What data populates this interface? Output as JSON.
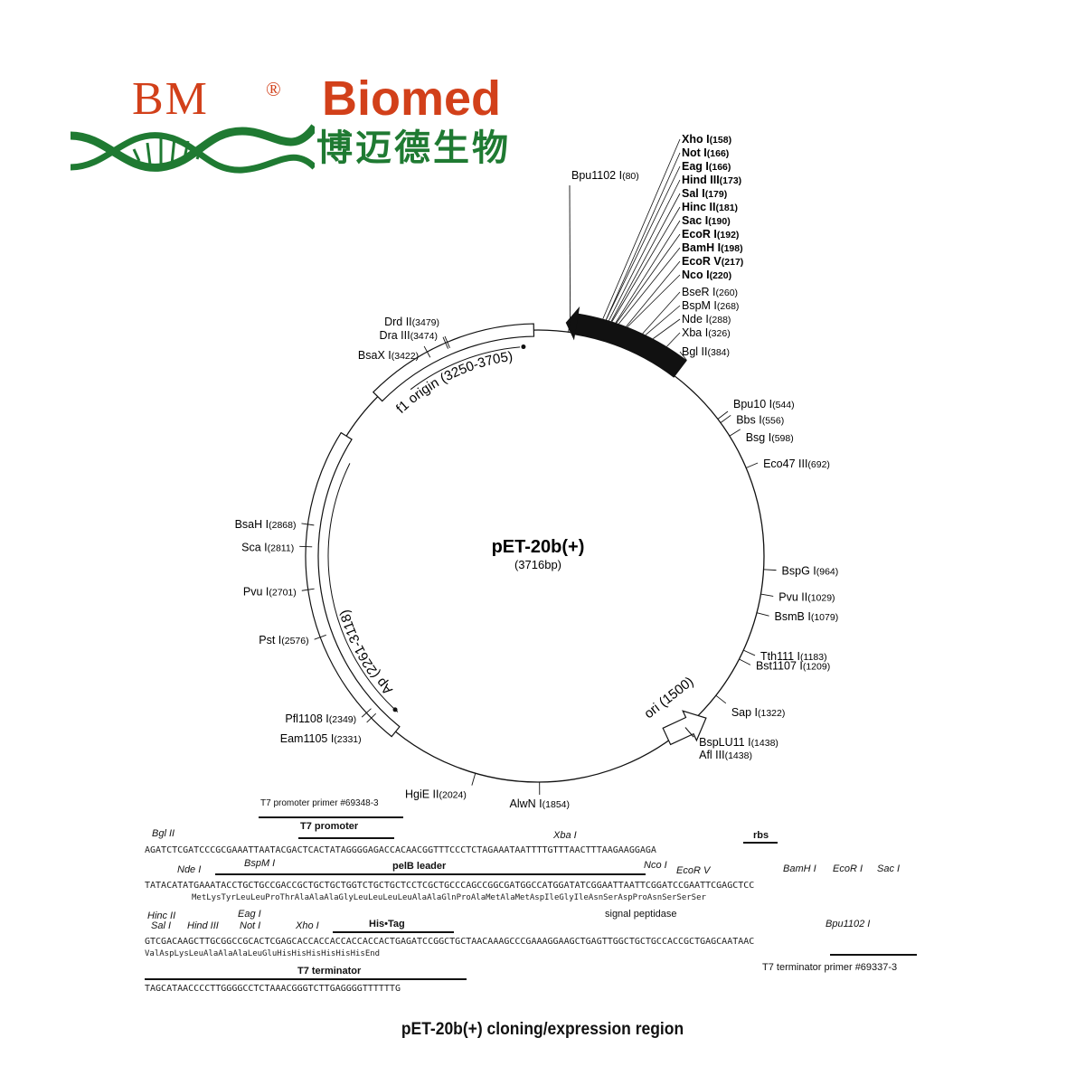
{
  "logo": {
    "bm": "BM",
    "registered": "®",
    "brand": "Biomed",
    "chinese": "博迈德生物",
    "colors": {
      "red": "#d2401a",
      "green": "#1f7a32"
    }
  },
  "plasmid": {
    "name": "pET-20b(+)",
    "size": "(3716bp)",
    "total_bp": 3716,
    "features": [
      {
        "label": "f1 origin (3250-3705)",
        "start": 3250,
        "end": 3705,
        "shape": "box"
      },
      {
        "label": "Ap (2261-3118)",
        "start": 2261,
        "end": 3118,
        "shape": "box"
      },
      {
        "label": "ori (1500)",
        "start": 1500,
        "shape": "arrow"
      },
      {
        "label": "",
        "start": 70,
        "end": 385,
        "shape": "thick-arrow"
      }
    ],
    "sites_right": [
      {
        "name": "Xho I",
        "pos": "(158)"
      },
      {
        "name": "Not I",
        "pos": "(166)"
      },
      {
        "name": "Eag I",
        "pos": "(166)"
      },
      {
        "name": "Hind III",
        "pos": "(173)"
      },
      {
        "name": "Sal I",
        "pos": "(179)"
      },
      {
        "name": "Hinc II",
        "pos": "(181)"
      },
      {
        "name": "Sac I",
        "pos": "(190)"
      },
      {
        "name": "EcoR I",
        "pos": "(192)"
      },
      {
        "name": "BamH I",
        "pos": "(198)"
      },
      {
        "name": "EcoR V",
        "pos": "(217)"
      },
      {
        "name": "Nco I",
        "pos": "(220)"
      },
      {
        "name": "BseR I",
        "pos": "(260)"
      },
      {
        "name": "BspM I",
        "pos": "(268)"
      },
      {
        "name": "Nde I",
        "pos": "(288)"
      },
      {
        "name": "Xba I",
        "pos": "(326)"
      },
      {
        "name": "Bgl II",
        "pos": "(384)"
      }
    ],
    "sites_other": [
      {
        "name": "Bpu1102 I",
        "pos": "(80)",
        "bp": 80
      },
      {
        "name": "Bpu10 I",
        "pos": "(544)",
        "bp": 544
      },
      {
        "name": "Bbs I",
        "pos": "(556)",
        "bp": 556
      },
      {
        "name": "Bsg I",
        "pos": "(598)",
        "bp": 598
      },
      {
        "name": "Eco47 III",
        "pos": "(692)",
        "bp": 692
      },
      {
        "name": "BspG I",
        "pos": "(964)",
        "bp": 964
      },
      {
        "name": "Pvu II",
        "pos": "(1029)",
        "bp": 1029
      },
      {
        "name": "BsmB I",
        "pos": "(1079)",
        "bp": 1079
      },
      {
        "name": "Tth111 I",
        "pos": "(1183)",
        "bp": 1183
      },
      {
        "name": "Bst1107 I",
        "pos": "(1209)",
        "bp": 1209
      },
      {
        "name": "Sap I",
        "pos": "(1322)",
        "bp": 1322
      },
      {
        "name": "BspLU11 I",
        "pos": "(1438)",
        "bp": 1438
      },
      {
        "name": "Afl III",
        "pos": "(1438)",
        "bp": 1438
      },
      {
        "name": "AlwN I",
        "pos": "(1854)",
        "bp": 1854
      },
      {
        "name": "HgiE II",
        "pos": "(2024)",
        "bp": 2024
      },
      {
        "name": "Eam1105 I",
        "pos": "(2331)",
        "bp": 2331
      },
      {
        "name": "Pfl1108 I",
        "pos": "(2349)",
        "bp": 2349
      },
      {
        "name": "Pst I",
        "pos": "(2576)",
        "bp": 2576
      },
      {
        "name": "Pvu I",
        "pos": "(2701)",
        "bp": 2701
      },
      {
        "name": "Sca I",
        "pos": "(2811)",
        "bp": 2811
      },
      {
        "name": "BsaH I",
        "pos": "(2868)",
        "bp": 2868
      },
      {
        "name": "BsaX I",
        "pos": "(3422)",
        "bp": 3422
      },
      {
        "name": "Dra III",
        "pos": "(3474)",
        "bp": 3474
      },
      {
        "name": "Drd II",
        "pos": "(3479)",
        "bp": 3479
      }
    ]
  },
  "cloning": {
    "t7_primer": "T7 promoter primer #69348-3",
    "t7_promoter": "T7 promoter",
    "bglII": "Bgl II",
    "xbaI": "Xba I",
    "rbs": "rbs",
    "seq1": "AGATCTCGATCCCGCGAAATTAATACGACTCACTATAGGGGAGACCACAACGGTTTCCCTCTAGAAATAATTTTGTTTAACTTTAAGAAGGAGA",
    "ndeI": "Nde I",
    "bspMI": "BspM I",
    "pelB": "pelB leader",
    "ncoI": "Nco I",
    "ecoRV": "EcoR V",
    "bamHI": "BamH I",
    "ecoRI": "EcoR I",
    "sacI": "Sac I",
    "seq2": "TATACATATGAAATACCTGCTGCCGACCGCTGCTGCTGGTCTGCTGCTCCTCGCTGCCCAGCCGGCGATGGCCATGGATATCGGAATTAATTCGGATCCGAATTCGAGCTCC",
    "prot2": "MetLysTyrLeuLeuProThrAlaAlaAlaGlyLeuLeuLeuLeuAlaAlaGlnProAlaMetAlaMetAspIleGlyIleAsnSerAspProAsnSerSerSer",
    "signal": "signal peptidase",
    "hincII": "Hinc II",
    "salI": "Sal I",
    "hindIII": "Hind III",
    "eagI": "Eag I",
    "notI": "Not I",
    "xhoI": "Xho I",
    "his": "His•Tag",
    "bpu": "Bpu1102 I",
    "seq3": "GTCGACAAGCTTGCGGCCGCACTCGAGCACCACCACCACCACCACTGAGATCCGGCTGCTAACAAAGCCCGAAAGGAAGCTGAGTTGGCTGCTGCCACCGCTGAGCAATAAC",
    "prot3": "ValAspLysLeuAlaAlaAlaLeuGluHisHisHisHisHisHisEnd",
    "t7term_primer": "T7 terminator primer #69337-3",
    "t7term": "T7 terminator",
    "seq4": "TAGCATAACCCCTTGGGGCCTCTAAACGGGTCTTGAGGGGTTTTTTG",
    "caption": "pET-20b(+) cloning/expression region"
  }
}
